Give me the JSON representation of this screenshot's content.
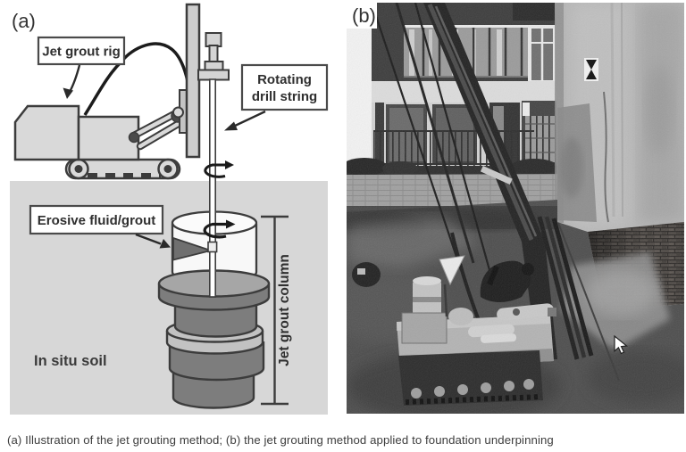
{
  "figure": {
    "panel_a": {
      "label": "(a)",
      "rig_label": "Jet grout rig",
      "drill_label_line1": "Rotating",
      "drill_label_line2": "drill string",
      "fluid_label": "Erosive fluid/grout",
      "soil_label": "In situ soil",
      "column_label": "Jet grout column"
    },
    "panel_b": {
      "label": "(b)"
    },
    "caption": "(a) Illustration of the jet grouting method; (b) the jet grouting method applied to foundation underpinning"
  },
  "colors": {
    "soil": "#d7d7d7",
    "column": "#7d7d7d",
    "column_top": "#a6a6a6",
    "collar": "#c2c2c2",
    "outline": "#3c3c3c",
    "machine_fill": "#d9d9d9",
    "cylinder_fill": "#f8f8f8",
    "jet_fill": "#6f6f6f"
  }
}
